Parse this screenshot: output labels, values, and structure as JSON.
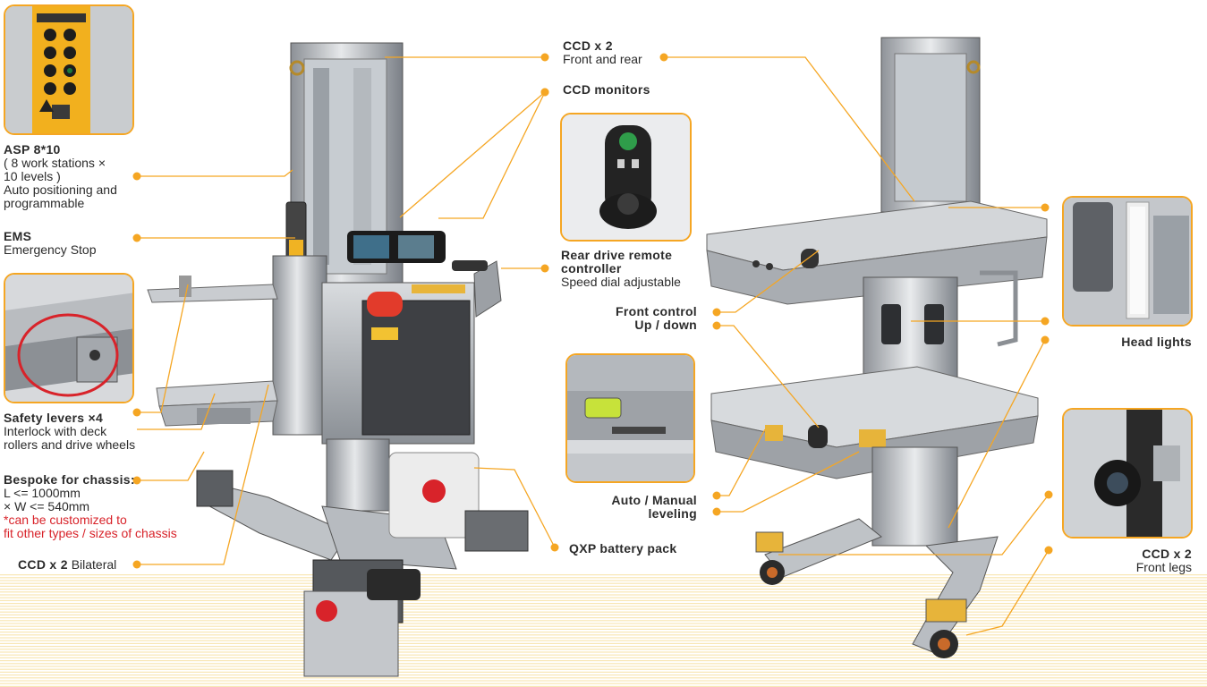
{
  "colors": {
    "accent": "#f5a623",
    "note": "#d8232a",
    "stripe": "#f8e6b4"
  },
  "labels": {
    "asp": {
      "title": "ASP 8*10",
      "lines": [
        "( 8 work stations ×",
        "10 levels )",
        "Auto positioning and",
        "programmable"
      ]
    },
    "ems": {
      "title": "EMS",
      "desc": "Emergency Stop"
    },
    "safety": {
      "title": "Safety levers ×4",
      "lines": [
        "Interlock with deck",
        "rollers and drive wheels"
      ]
    },
    "bespoke": {
      "title": "Bespoke for chassis:",
      "lines": [
        "L <= 1000mm",
        "× W <= 540mm"
      ],
      "notes": [
        "*can be customized to",
        " fit other types / sizes of chassis"
      ]
    },
    "ccd_bilateral": {
      "title": "CCD x 2",
      "desc": "Bilateral"
    },
    "ccd_front_rear": {
      "title": "CCD x 2",
      "desc": "Front and rear"
    },
    "ccd_monitors": {
      "title": "CCD monitors"
    },
    "rear_remote": {
      "title_lines": [
        "Rear drive remote",
        "controller"
      ],
      "desc": "Speed dial adjustable"
    },
    "front_control": {
      "title": "Front control",
      "desc": "Up / down"
    },
    "auto_manual": {
      "lines": [
        "Auto / Manual",
        "leveling"
      ]
    },
    "qxp": {
      "title": "QXP battery pack"
    },
    "head_lights": {
      "title": "Head lights"
    },
    "ccd_front_legs": {
      "title": "CCD x 2",
      "desc": "Front legs"
    }
  }
}
